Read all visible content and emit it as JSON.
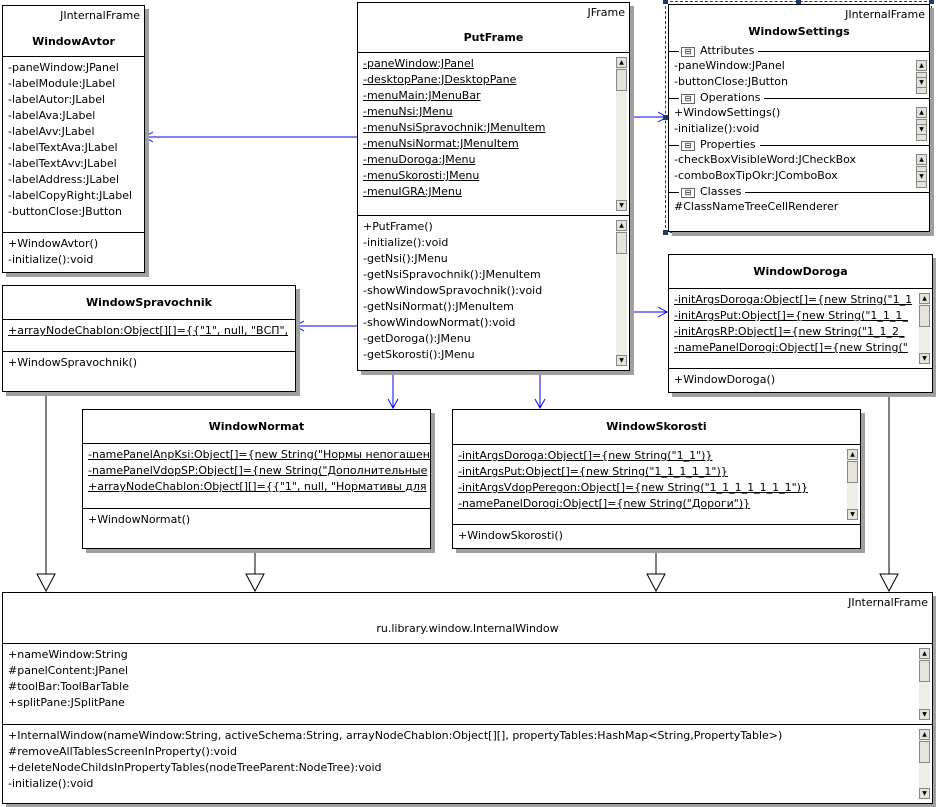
{
  "colors": {
    "association": "#0000ff",
    "generalization": "#000000",
    "selection": "#1c3a6a"
  },
  "classes": {
    "avtor": {
      "stereotype": "JInternalFrame",
      "name": "WindowAvtor",
      "attributes": [
        {
          "t": "-paneWindow:JPanel"
        },
        {
          "t": "-labelModule:JLabel"
        },
        {
          "t": "-labelAutor:JLabel"
        },
        {
          "t": "-labelAva:JLabel"
        },
        {
          "t": "-labelAvv:JLabel"
        },
        {
          "t": "-labelTextAva:JLabel"
        },
        {
          "t": "-labelTextAvv:JLabel"
        },
        {
          "t": "-labelAddress:JLabel"
        },
        {
          "t": "-labelCopyRight:JLabel"
        },
        {
          "t": "-buttonClose:JButton"
        }
      ],
      "operations": [
        {
          "t": "+WindowAvtor()"
        },
        {
          "t": "-initialize():void"
        }
      ]
    },
    "put": {
      "stereotype": "JFrame",
      "name": "PutFrame",
      "attributes": [
        {
          "t": "-paneWindow:JPanel",
          "u": true
        },
        {
          "t": "-desktopPane:JDesktopPane",
          "u": true
        },
        {
          "t": "-menuMain:JMenuBar",
          "u": true
        },
        {
          "t": "-menuNsi:JMenu",
          "u": true
        },
        {
          "t": "-menuNsiSpravochnik:JMenuItem",
          "u": true
        },
        {
          "t": "-menuNsiNormat:JMenuItem",
          "u": true
        },
        {
          "t": "-menuDoroga:JMenu",
          "u": true
        },
        {
          "t": "-menuSkorosti:JMenu",
          "u": true
        },
        {
          "t": "-menuIGRA:JMenu",
          "u": true
        }
      ],
      "operations": [
        {
          "t": "+PutFrame()"
        },
        {
          "t": "-initialize():void"
        },
        {
          "t": "-getNsi():JMenu"
        },
        {
          "t": "-getNsiSpravochnik():JMenuItem"
        },
        {
          "t": "-showWindowSpravochnik():void"
        },
        {
          "t": "-getNsiNormat():JMenuItem"
        },
        {
          "t": "-showWindowNormat():void"
        },
        {
          "t": "-getDoroga():JMenu"
        },
        {
          "t": "-getSkorosti():JMenu"
        }
      ],
      "scroll_attrs": true,
      "scroll_ops": true
    },
    "spr": {
      "name": "WindowSpravochnik",
      "attributes": [
        {
          "t": "+arrayNodeChablon:Object[][]={{\"1\", null, \"ВСП\",",
          "u": true
        }
      ],
      "operations": [
        {
          "t": "+WindowSpravochnik()"
        }
      ]
    },
    "normat": {
      "name": "WindowNormat",
      "attributes": [
        {
          "t": "-namePanelAnpKsi:Object[]={new String(\"Нормы непогашенных",
          "u": true
        },
        {
          "t": "-namePanelVdopSP:Object[]={new String(\"Дополнительные",
          "u": true
        },
        {
          "t": "+arrayNodeChablon:Object[][]={{\"1\", null, \"Нормативы для",
          "u": true
        }
      ],
      "operations": [
        {
          "t": "+WindowNormat()"
        }
      ]
    },
    "doroga": {
      "name": "WindowDoroga",
      "attributes": [
        {
          "t": "-initArgsDoroga:Object[]={new String(\"1_1",
          "u": true
        },
        {
          "t": "-initArgsPut:Object[]={new String(\"1_1_1_",
          "u": true
        },
        {
          "t": "-initArgsRP:Object[]={new String(\"1_1_2_",
          "u": true
        },
        {
          "t": "-namePanelDorogi:Object[]={new String(\"",
          "u": true
        }
      ],
      "operations": [
        {
          "t": "+WindowDoroga()"
        }
      ],
      "scroll_attrs": true
    },
    "skor": {
      "name": "WindowSkorosti",
      "attributes": [
        {
          "t": "-initArgsDoroga:Object[]={new String(\"1_1\")}",
          "u": true
        },
        {
          "t": "-initArgsPut:Object[]={new String(\"1_1_1_1_1\")}",
          "u": true
        },
        {
          "t": "-initArgsVdopPeregon:Object[]={new String(\"1_1_1_1_1_1_1\")}",
          "u": true
        },
        {
          "t": "-namePanelDorogi:Object[]={new String(\"Дороги\")}",
          "u": true
        }
      ],
      "operations": [
        {
          "t": "+WindowSkorosti()"
        }
      ],
      "scroll_attrs": true
    },
    "internal": {
      "stereotype": "JInternalFrame",
      "name": "ru.library.window.InternalWindow",
      "attributes": [
        {
          "t": "+nameWindow:String"
        },
        {
          "t": "#panelContent:JPanel"
        },
        {
          "t": "#toolBar:ToolBarTable"
        },
        {
          "t": "+splitPane:JSplitPane"
        }
      ],
      "operations": [
        {
          "t": "+InternalWindow(nameWindow:String, activeSchema:String, arrayNodeChablon:Object[][], propertyTables:HashMap<String,PropertyTable>)"
        },
        {
          "t": "#removeAllTablesScreenInProperty():void"
        },
        {
          "t": "+deleteNodeChildsInPropertyTables(nodeTreeParent:NodeTree):void"
        },
        {
          "t": "-initialize():void"
        }
      ],
      "scroll_attrs": true,
      "scroll_ops": true
    },
    "settings": {
      "stereotype": "JInternalFrame",
      "name": "WindowSettings",
      "sections": [
        {
          "label": "Attributes",
          "toggle": "⊟",
          "items": [
            {
              "t": "-paneWindow:JPanel"
            },
            {
              "t": "-buttonClose:JButton"
            }
          ],
          "scroll": true
        },
        {
          "label": "Operations",
          "toggle": "⊟",
          "items": [
            {
              "t": "+WindowSettings()"
            },
            {
              "t": "-initialize():void"
            }
          ],
          "scroll": true
        },
        {
          "label": "Properties",
          "toggle": "⊟",
          "items": [
            {
              "t": "-checkBoxVisibleWord:JCheckBox"
            },
            {
              "t": "-comboBoxTipOkr:JComboBox"
            }
          ],
          "scroll": true
        },
        {
          "label": "Classes",
          "toggle": "⊟",
          "items": [
            {
              "t": "#ClassNameTreeCellRenderer"
            }
          ],
          "scroll": false
        }
      ]
    }
  },
  "relations": [
    {
      "type": "association",
      "from": "PutFrame",
      "to": "WindowAvtor"
    },
    {
      "type": "association",
      "from": "PutFrame",
      "to": "WindowSettings"
    },
    {
      "type": "association",
      "from": "PutFrame",
      "to": "WindowSpravochnik"
    },
    {
      "type": "association",
      "from": "PutFrame",
      "to": "WindowDoroga"
    },
    {
      "type": "association",
      "from": "PutFrame",
      "to": "WindowNormat"
    },
    {
      "type": "association",
      "from": "PutFrame",
      "to": "WindowSkorosti"
    },
    {
      "type": "generalization",
      "from": "WindowSpravochnik",
      "to": "ru.library.window.InternalWindow"
    },
    {
      "type": "generalization",
      "from": "WindowNormat",
      "to": "ru.library.window.InternalWindow"
    },
    {
      "type": "generalization",
      "from": "WindowSkorosti",
      "to": "ru.library.window.InternalWindow"
    },
    {
      "type": "generalization",
      "from": "WindowDoroga",
      "to": "ru.library.window.InternalWindow"
    }
  ]
}
